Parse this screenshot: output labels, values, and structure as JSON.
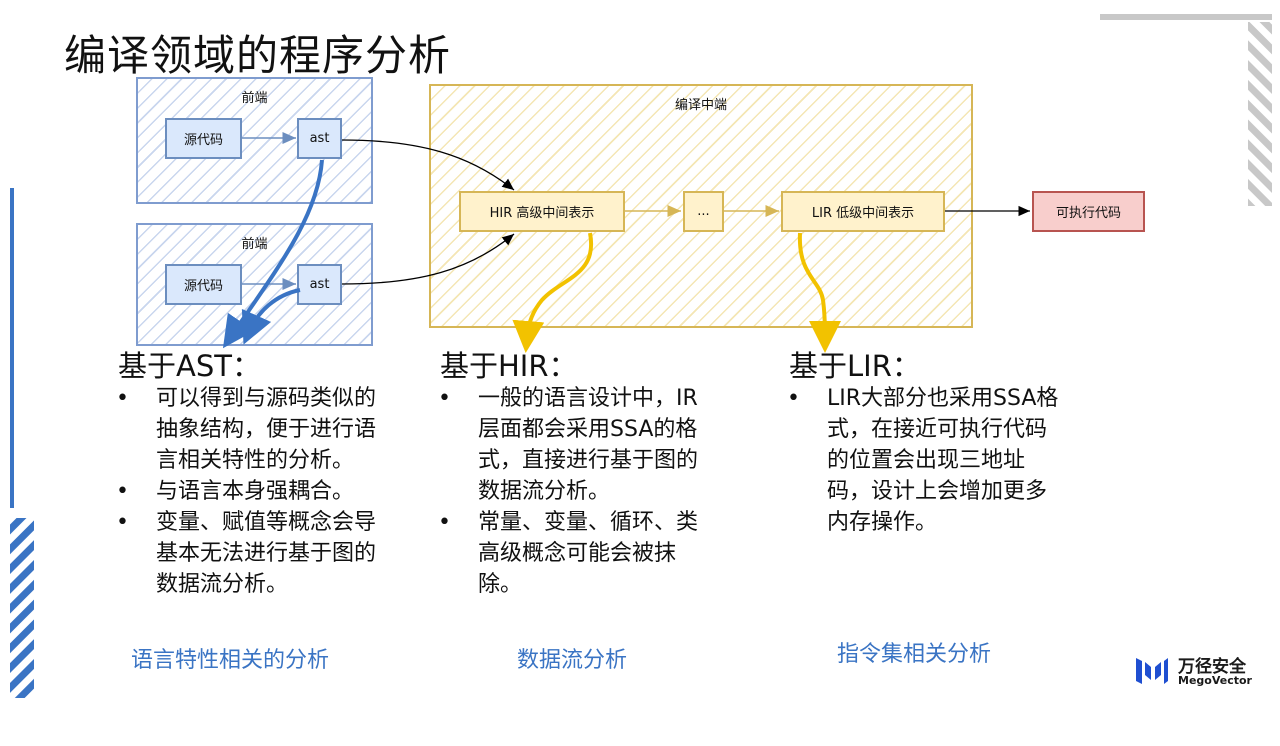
{
  "title": "编译领域的程序分析",
  "frontend": [
    {
      "label": "前端",
      "source": "源代码",
      "ast": "ast"
    },
    {
      "label": "前端",
      "source": "源代码",
      "ast": "ast"
    }
  ],
  "middle": {
    "label": "编译中端",
    "hir": "HIR 高级中间表示",
    "ellipsis": "...",
    "lir": "LIR 低级中间表示"
  },
  "executable": "可执行代码",
  "sections": [
    {
      "heading": "基于AST：",
      "bullets": [
        "可以得到与源码类似的抽象结构，便于进行语言相关特性的分析。",
        "与语言本身强耦合。",
        "变量、赋值等概念会导基本无法进行基于图的数据流分析。"
      ],
      "footer": "语言特性相关的分析"
    },
    {
      "heading": "基于HIR：",
      "bullets": [
        "一般的语言设计中，IR层面都会采用SSA的格式，直接进行基于图的数据流分析。",
        "常量、变量、循环、类高级概念可能会被抹除。"
      ],
      "footer": "数据流分析"
    },
    {
      "heading": "基于LIR：",
      "bullets": [
        "LIR大部分也采用SSA格式，在接近可执行代码的位置会出现三地址码，设计上会增加更多内存操作。"
      ],
      "footer": "指令集相关分析"
    }
  ],
  "logo": {
    "name": "万径安全",
    "sub": "MegoVector",
    "color": "#1f4fd1"
  },
  "colors": {
    "blue_accent": "#3a74c4",
    "yellow_arrow": "#f2c200",
    "grey_deco": "#c8c8c8"
  }
}
